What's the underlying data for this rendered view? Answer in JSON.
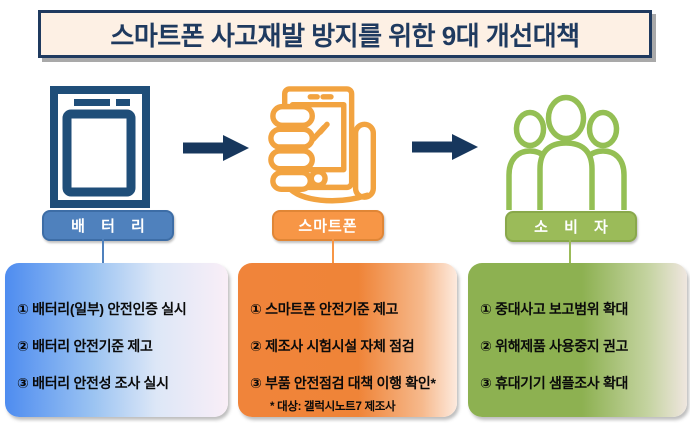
{
  "title": "스마트폰 사고재발 방지를 위한 9대 개선대책",
  "colors": {
    "title_text": "#1f3a5f",
    "title_bg": "#fdf0e4",
    "title_border": "#1f3a5f",
    "arrow": "#17375d",
    "battery_accent": "#4f81bd",
    "battery_icon": "#1f4e79",
    "smartphone_accent": "#f79646",
    "smartphone_icon": "#f2a340",
    "consumer_accent": "#9bbb59",
    "consumer_icon": "#94bf54",
    "box_text": "#0a0a0a"
  },
  "columns": [
    {
      "id": "battery",
      "label": "배 터 리",
      "icon": "battery-icon",
      "accent": "#4f81bd",
      "items": [
        "① 배터리(일부) 안전인증 실시",
        "② 배터리 안전기준 제고",
        "③ 배터리 안전성 조사 실시"
      ]
    },
    {
      "id": "smartphone",
      "label": "스마트폰",
      "icon": "hand-holding-phone-icon",
      "accent": "#f79646",
      "items": [
        "① 스마트폰 안전기준 제고",
        "② 제조사 시험시설 자체 점검",
        "③ 부품 안전점검 대책 이행 확인*"
      ],
      "footnote": "* 대상: 갤럭시노트7 제조사"
    },
    {
      "id": "consumer",
      "label": "소 비 자",
      "icon": "people-group-icon",
      "accent": "#9bbb59",
      "items": [
        "① 중대사고 보고범위 확대",
        "② 위해제품 사용중지 권고",
        "③ 휴대기기 샘플조사 확대"
      ]
    }
  ]
}
